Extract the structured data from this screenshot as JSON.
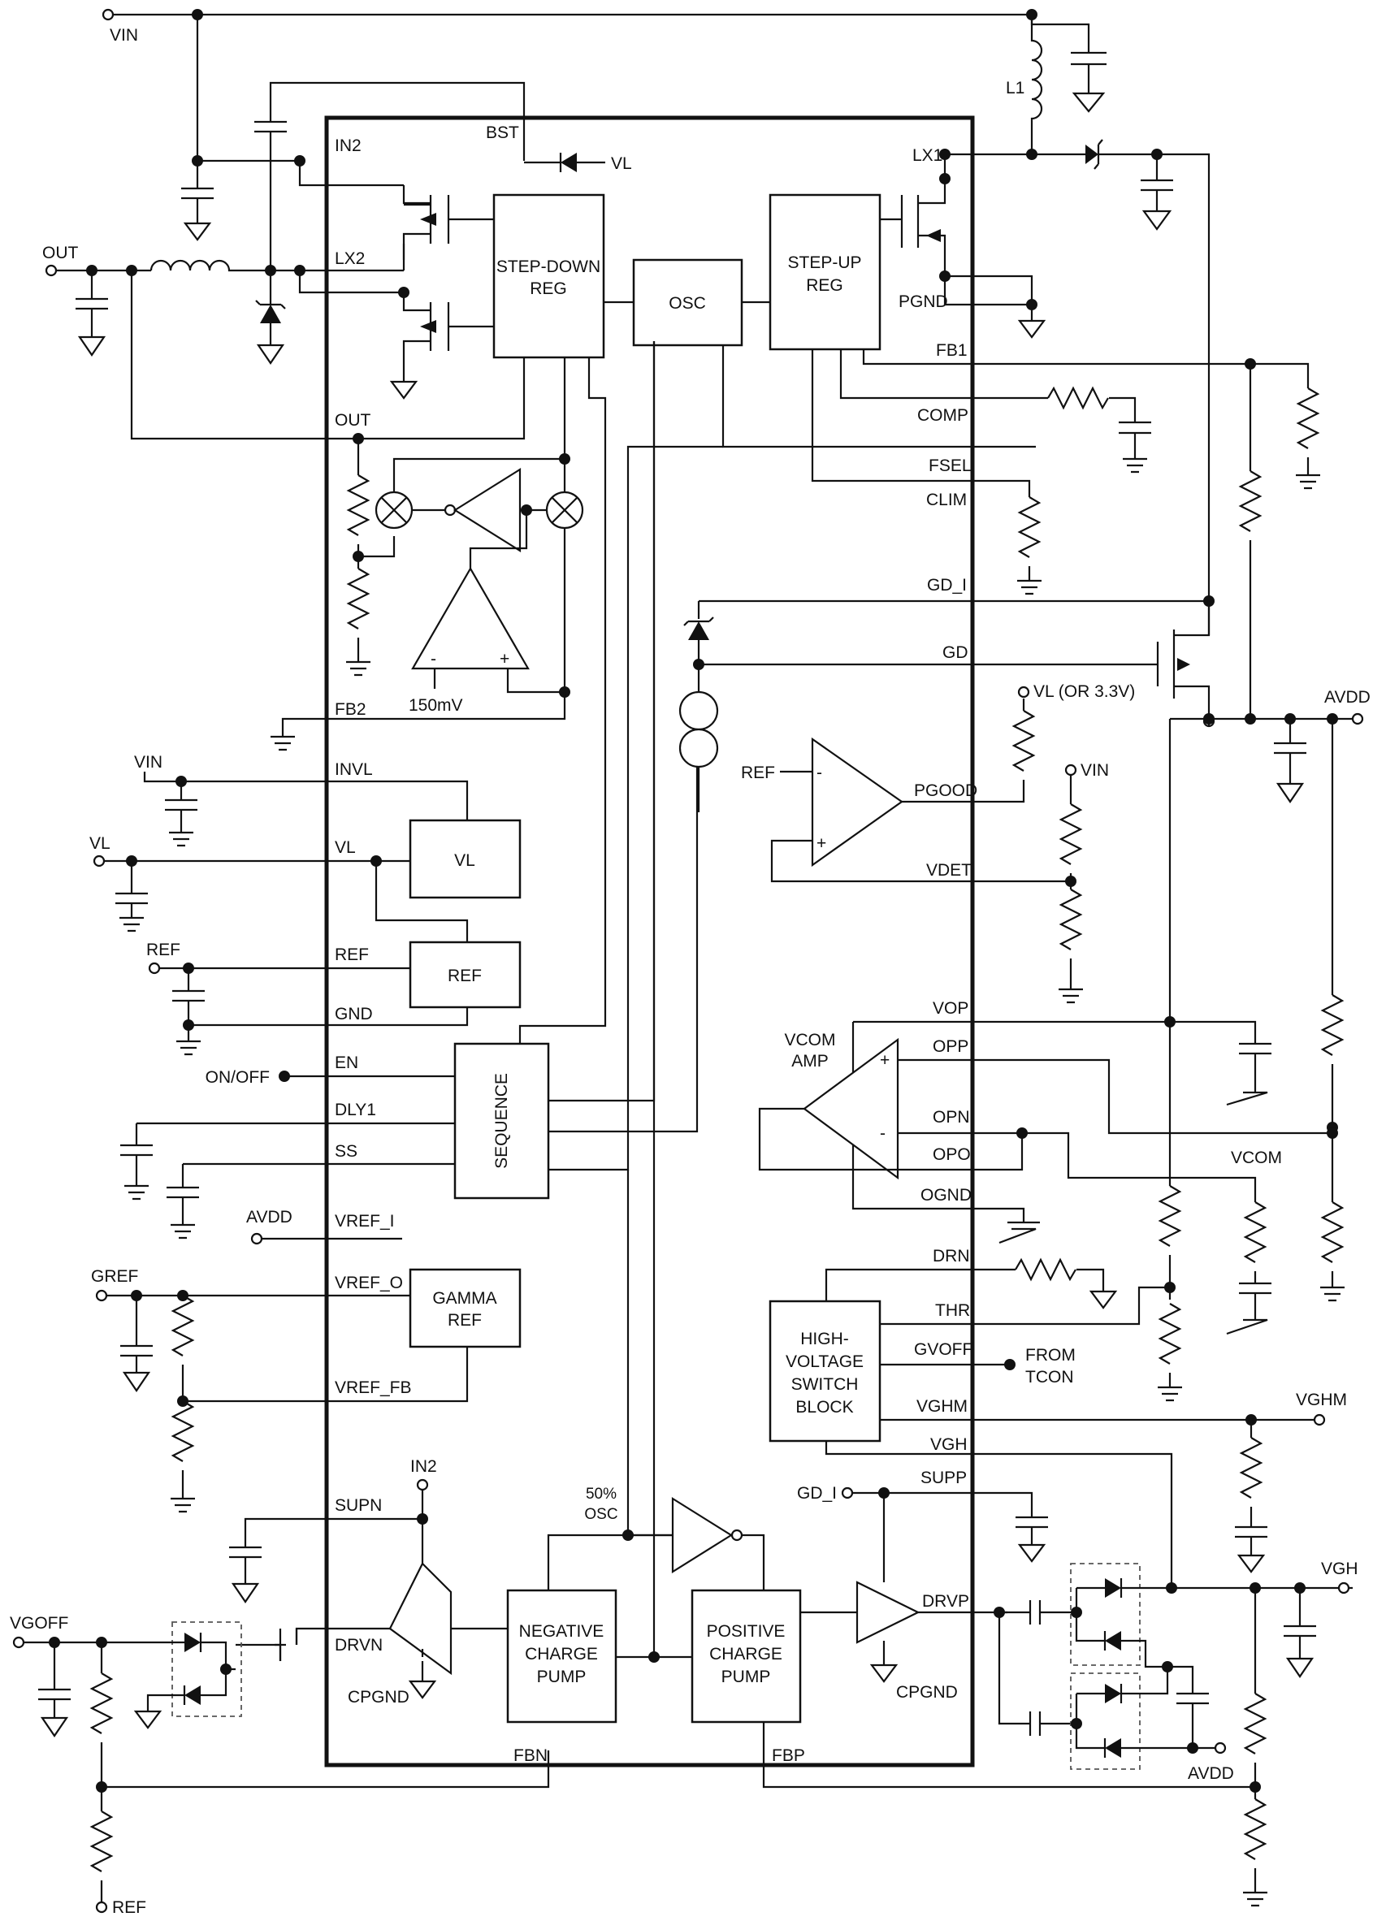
{
  "nets": {
    "vin_top": "VIN",
    "out": "OUT",
    "l1": "L1",
    "vl_bst": "VL",
    "vin_invl": "VIN",
    "vl": "VL",
    "ref": "REF",
    "on_off": "ON/OFF",
    "avdd_vref": "AVDD",
    "gref": "GREF",
    "in2": "IN2",
    "vgoff": "VGOFF",
    "ref_bottom": "REF",
    "vl_pgood": "VL (OR 3.3V)",
    "vin_vdet": "VIN",
    "avdd_right": "AVDD",
    "vcom": "VCOM",
    "from_tcon": [
      "FROM",
      "TCON"
    ],
    "vghm": "VGHM",
    "gd_i_in": "GD_I",
    "vgh": "VGH",
    "avdd_pump": "AVDD",
    "osc_50": [
      "50%",
      "OSC"
    ],
    "ref_amp": "REF",
    "vcom_amp": [
      "VCOM",
      "AMP"
    ],
    "mv150": "150mV"
  },
  "pins_left": [
    "BST",
    "IN2",
    "LX2",
    "OUT",
    "FB2",
    "INVL",
    "VL",
    "REF",
    "GND",
    "EN",
    "DLY1",
    "SS",
    "VREF_I",
    "VREF_O",
    "VREF_FB",
    "SUPN",
    "DRVN",
    "CPGND",
    "FBN"
  ],
  "pins_right": [
    "LX1",
    "PGND",
    "FB1",
    "COMP",
    "FSEL",
    "CLIM",
    "GD_I",
    "GD",
    "PGOOD",
    "VDET",
    "VOP",
    "OPP",
    "OPN",
    "OPO",
    "OGND",
    "DRN",
    "THR",
    "GVOFF",
    "VGHM",
    "VGH",
    "SUPP",
    "DRVP",
    "CPGND",
    "FBP"
  ],
  "blocks": {
    "step_down": [
      "STEP-DOWN",
      "REG"
    ],
    "osc": "OSC",
    "step_up": [
      "STEP-UP",
      "REG"
    ],
    "vl_block": "VL",
    "ref_block": "REF",
    "sequence": "SEQUENCE",
    "gamma": [
      "GAMMA",
      "REF"
    ],
    "hv_switch": [
      "HIGH-",
      "VOLTAGE",
      "SWITCH",
      "BLOCK"
    ],
    "neg_pump": [
      "NEGATIVE",
      "CHARGE",
      "PUMP"
    ],
    "pos_pump": [
      "POSITIVE",
      "CHARGE",
      "PUMP"
    ]
  },
  "amp_signs": {
    "minus": "-",
    "plus": "+"
  }
}
